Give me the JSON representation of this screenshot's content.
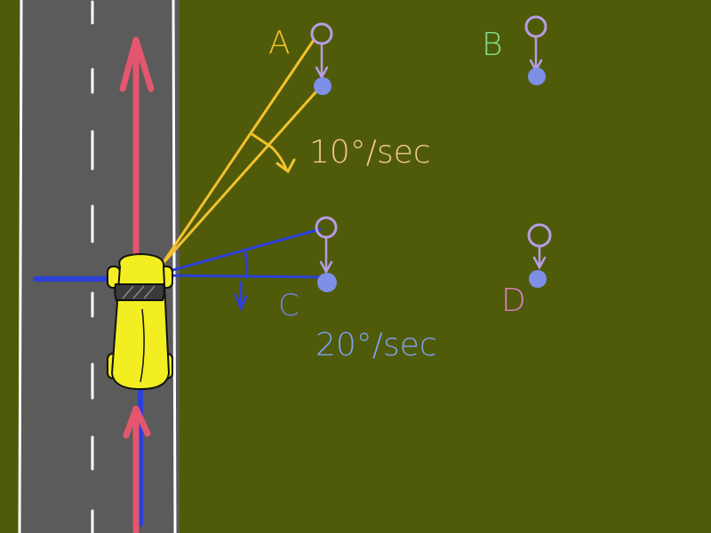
{
  "colors": {
    "grass": "#4f5b08",
    "road": "#5b5b5b",
    "lane_line": "#ffffff",
    "travel_arrow": "#e4566f",
    "car_body": "#f2ee22",
    "sightline_a": "#f2c12e",
    "sightline_c": "#2c40d8",
    "target_open": "#b79ce6",
    "target_filled": "#7d8fe6",
    "label_a": "#f2c12e",
    "label_b": "#7fe08a",
    "label_c": "#6f84e0",
    "label_d": "#d77fc8",
    "rate_a": "#f2c98e",
    "rate_c": "#7fa0f0"
  },
  "labels": {
    "a": "A",
    "b": "B",
    "c": "C",
    "d": "D"
  },
  "rates": {
    "a": "10°/sec",
    "c": "20°/sec"
  }
}
